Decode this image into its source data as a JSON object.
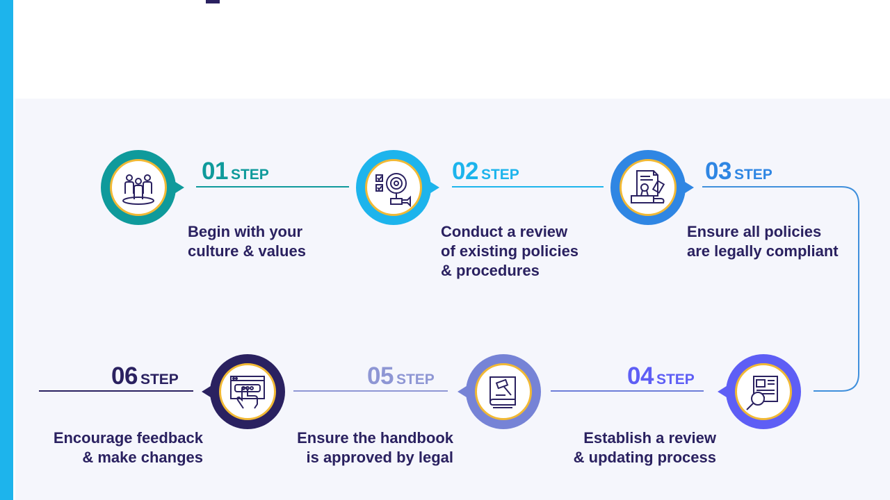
{
  "diagram": {
    "step_word": "STEP",
    "steps": [
      {
        "number": "01",
        "color": "#0f9a9b",
        "icon": "team-people-icon",
        "lines": [
          "Begin with your",
          "culture & values"
        ]
      },
      {
        "number": "02",
        "color": "#1db4ec",
        "icon": "review-magnifier-checklist-icon",
        "lines": [
          "Conduct a review",
          "of existing policies",
          "& procedures"
        ]
      },
      {
        "number": "03",
        "color": "#2f86e3",
        "icon": "legal-document-gavel-icon",
        "lines": [
          "Ensure all policies",
          "are legally compliant"
        ]
      },
      {
        "number": "04",
        "color": "#5e5ef5",
        "icon": "newspaper-search-icon",
        "lines": [
          "Establish a review",
          "& updating process"
        ]
      },
      {
        "number": "05",
        "color": "#7683d6",
        "icon": "law-book-gavel-icon",
        "lines": [
          "Ensure the handbook",
          "is approved by legal"
        ]
      },
      {
        "number": "06",
        "color": "#2a2160",
        "icon": "feedback-hand-click-icon",
        "lines": [
          "Encourage feedback",
          "& make changes"
        ]
      }
    ]
  }
}
